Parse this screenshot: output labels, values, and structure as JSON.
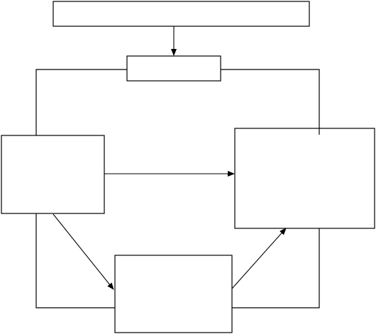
{
  "diagram": {
    "colors": {
      "stroke": "#000000",
      "fill": "#ffffff"
    },
    "boxes": [
      {
        "id": "top-box",
        "label": ""
      },
      {
        "id": "upper-box",
        "label": ""
      },
      {
        "id": "left-box",
        "label": ""
      },
      {
        "id": "right-box",
        "label": ""
      },
      {
        "id": "bottom-box",
        "label": ""
      }
    ]
  }
}
